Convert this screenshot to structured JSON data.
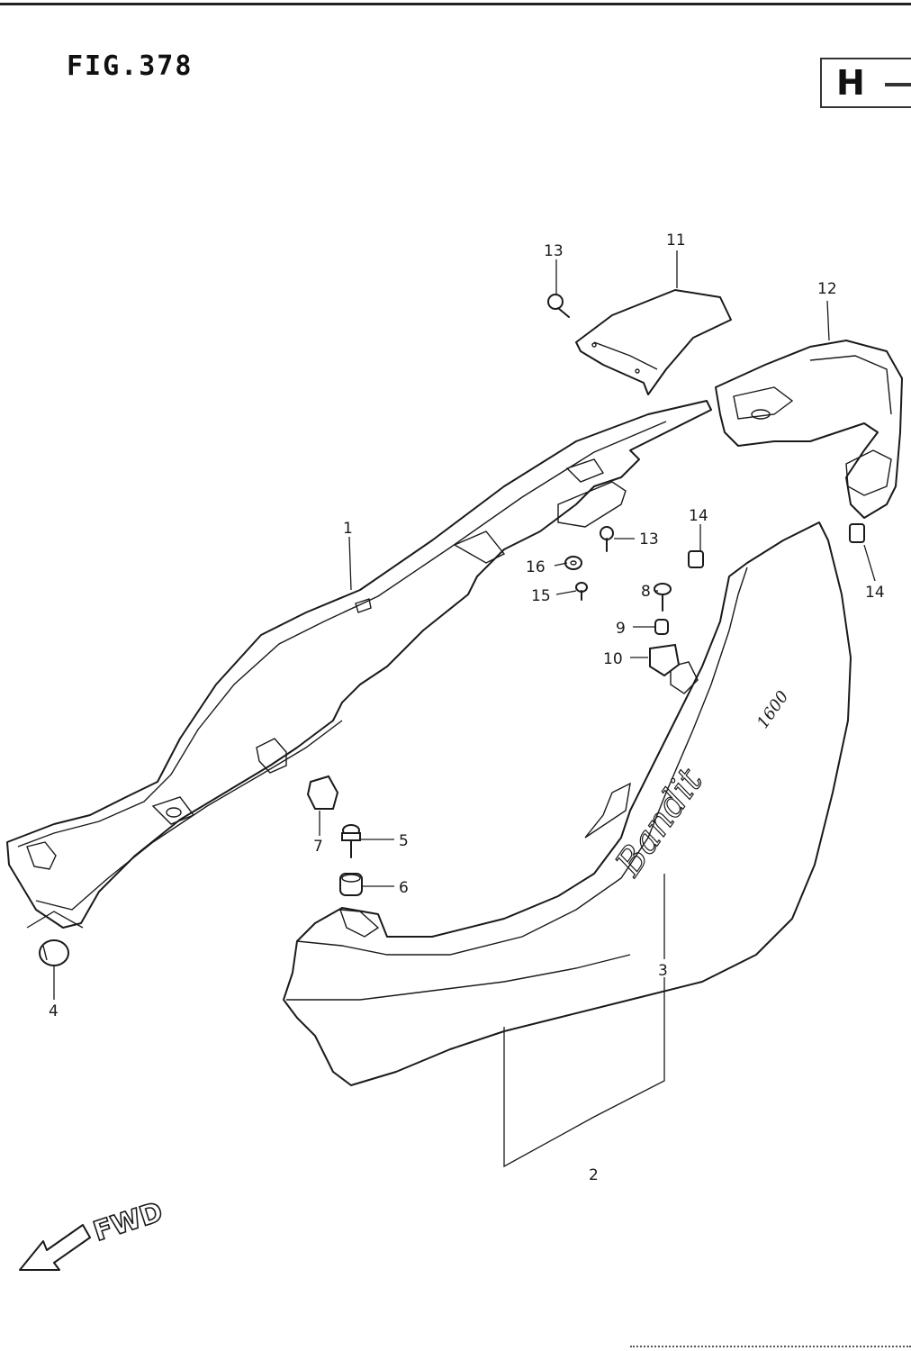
{
  "figure": {
    "title": "FIG.378",
    "market_code": "H"
  },
  "callouts": [
    {
      "id": "c1",
      "label": "1"
    },
    {
      "id": "c2",
      "label": "2"
    },
    {
      "id": "c3",
      "label": "3"
    },
    {
      "id": "c4",
      "label": "4"
    },
    {
      "id": "c5",
      "label": "5"
    },
    {
      "id": "c6",
      "label": "6"
    },
    {
      "id": "c7",
      "label": "7"
    },
    {
      "id": "c8",
      "label": "8"
    },
    {
      "id": "c9",
      "label": "9"
    },
    {
      "id": "c10",
      "label": "10"
    },
    {
      "id": "c11",
      "label": "11"
    },
    {
      "id": "c12",
      "label": "12"
    },
    {
      "id": "c13a",
      "label": "13"
    },
    {
      "id": "c13b",
      "label": "13"
    },
    {
      "id": "c14a",
      "label": "14"
    },
    {
      "id": "c14b",
      "label": "14"
    },
    {
      "id": "c15",
      "label": "15"
    },
    {
      "id": "c16",
      "label": "16"
    }
  ],
  "decal": {
    "brand": "Bandit",
    "model": "1600"
  },
  "direction": {
    "label": "FWD"
  }
}
